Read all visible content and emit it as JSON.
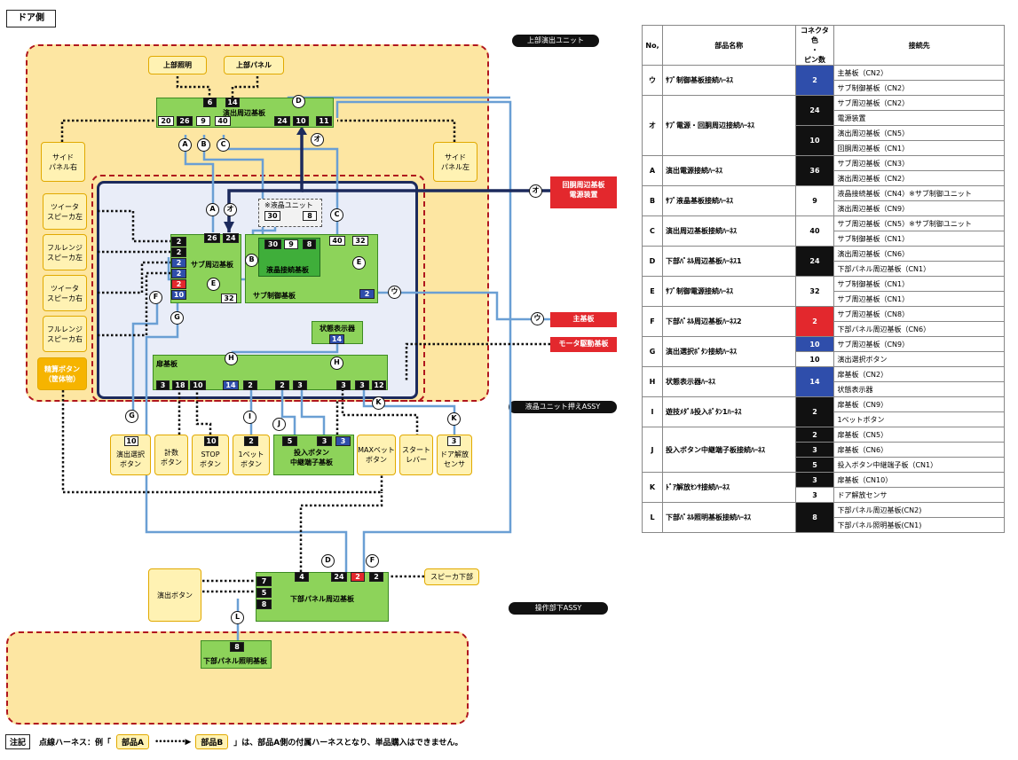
{
  "title": "ドア側",
  "callouts": {
    "upper": "上部演出ユニット",
    "lcd_assy": "液晶ユニット押えASSY",
    "lower": "操作部下ASSY"
  },
  "upper_parts": {
    "lighting": "上部照明",
    "panel": "上部パネル",
    "side_right": "サイド\nパネル右",
    "side_left": "サイド\nパネル左"
  },
  "left_parts": {
    "tw_left": "ツイータ\nスピーカ左",
    "fr_left": "フルレンジ\nスピーカ左",
    "tw_right": "ツイータ\nスピーカ右",
    "fr_right": "フルレンジ\nスピーカ右",
    "settle": "精算ボタン\n（筐体物）"
  },
  "boards": {
    "effect_periph": "演出周辺基板",
    "sub_periph": "サブ周辺基板",
    "lcd_conn": "液晶接続基板",
    "sub_ctrl": "サブ制御基板",
    "lcd_unit": "※液晶ユニット",
    "status": "状態表示器",
    "door": "扉基板",
    "relay": "投入ボタン\n中継端子基板",
    "lower_panel": "下部パネル周辺基板",
    "lower_light": "下部パネル照明基板"
  },
  "buttons": {
    "select": "演出選択\nボタン",
    "count": "計数\nボタン",
    "stop": "STOP\nボタン",
    "bet1": "1ベット\nボタン",
    "maxbet": "MAXベット\nボタン",
    "start": "スタート\nレバー",
    "door_sensor": "ドア解放\nセンサ",
    "effect_btn": "演出ボタン",
    "speaker_bottom": "スピーカ下部"
  },
  "red_tags": {
    "power": "回胴周辺基板\n電源装置",
    "main": "主基板",
    "motor": "モータ駆動基板"
  },
  "pins": {
    "up6": "6",
    "up14": "14",
    "ep20": "20",
    "ep26": "26",
    "ep9": "9",
    "ep40": "40",
    "ep24": "24",
    "ep10": "10",
    "ep11": "11",
    "sp26": "26",
    "sp24": "24",
    "spL1": "2",
    "spL2": "2",
    "spL3": "2",
    "spL4": "2",
    "spL5": "2",
    "spL6": "10",
    "sp32": "32",
    "lu30": "30",
    "lu8": "8",
    "lc30": "30",
    "lc9": "9",
    "lc8": "8",
    "sc40": "40",
    "sc32": "32",
    "sc2": "2",
    "st14": "14",
    "d3a": "3",
    "d18": "18",
    "d10": "10",
    "d14": "14",
    "d2a": "2",
    "d2b": "2",
    "d3b": "3",
    "d3c": "3",
    "d3d": "3",
    "d12": "12",
    "b10a": "10",
    "b10b": "10",
    "b2": "2",
    "r5": "5",
    "r3a": "3",
    "r3b": "3",
    "ds3": "3",
    "lp4": "4",
    "lp24": "24",
    "lp2r": "2",
    "lp2": "2",
    "lp7": "7",
    "lp5": "5",
    "lp8": "8",
    "ll8": "8"
  },
  "letters": {
    "A": "A",
    "B": "B",
    "C": "C",
    "D": "D",
    "E": "E",
    "F": "F",
    "G": "G",
    "H": "H",
    "I": "I",
    "J": "J",
    "K": "K",
    "L": "L",
    "O": "オ",
    "U": "ウ"
  },
  "table": {
    "headers": [
      "No,",
      "部品名称",
      "コネクタ色\n・\nピン数",
      "接続先"
    ],
    "rows": [
      {
        "no": "ウ",
        "name": "ｻﾌﾞ制御基板接続ﾊｰﾈｽ",
        "pin": "2",
        "color": "blue",
        "dests": [
          "主基板（CN2）",
          "サブ制御基板（CN2）"
        ]
      },
      {
        "no": "オ",
        "name": "ｻﾌﾞ電源・回胴周辺接続ﾊｰﾈｽ",
        "pin": "24",
        "pin2": "10",
        "color": "black",
        "dests": [
          "サブ周辺基板（CN2）",
          "電源装置",
          "演出周辺基板（CN5）",
          "回胴周辺基板（CN1）"
        ]
      },
      {
        "no": "A",
        "name": "演出電源接続ﾊｰﾈｽ",
        "pin": "36",
        "color": "black",
        "dests": [
          "サブ周辺基板（CN3）",
          "演出周辺基板（CN2）"
        ]
      },
      {
        "no": "B",
        "name": "ｻﾌﾞ液晶基板接続ﾊｰﾈｽ",
        "pin": "9",
        "color": "white",
        "dests": [
          "液晶接続基板（CN4）※サブ制御ユニット",
          "演出周辺基板（CN9）"
        ]
      },
      {
        "no": "C",
        "name": "演出周辺基板接続ﾊｰﾈｽ",
        "pin": "40",
        "color": "white",
        "dests": [
          "サブ周辺基板（CN5）※サブ制御ユニット",
          "サブ制御基板（CN1）"
        ]
      },
      {
        "no": "D",
        "name": "下部ﾊﾟﾈﾙ周辺基板ﾊｰﾈｽ1",
        "pin": "24",
        "color": "black",
        "dests": [
          "演出周辺基板（CN6）",
          "下部パネル周辺基板（CN1）"
        ]
      },
      {
        "no": "E",
        "name": "ｻﾌﾞ制御電源接続ﾊｰﾈｽ",
        "pin": "32",
        "color": "white",
        "dests": [
          "サブ制御基板（CN1）",
          "サブ周辺基板（CN1）"
        ]
      },
      {
        "no": "F",
        "name": "下部ﾊﾟﾈﾙ周辺基板ﾊｰﾈｽ2",
        "pin": "2",
        "color": "red",
        "dests": [
          "サブ周辺基板（CN8）",
          "下部パネル周辺基板（CN6）"
        ]
      },
      {
        "no": "G",
        "name": "演出選択ﾎﾞﾀﾝ接続ﾊｰﾈｽ",
        "pin": "10",
        "pin2": "10",
        "color": "blue",
        "dests": [
          "サブ周辺基板（CN9）",
          "演出選択ボタン"
        ]
      },
      {
        "no": "H",
        "name": "状態表示器ﾊｰﾈｽ",
        "pin": "14",
        "color": "blue",
        "dests": [
          "扉基板（CN2）",
          "状態表示器"
        ]
      },
      {
        "no": "I",
        "name": "遊技ﾒﾀﾞﾙ投入ﾎﾞﾀﾝ1ﾊｰﾈｽ",
        "pin": "2",
        "color": "black",
        "dests": [
          "扉基板（CN9）",
          "1ベットボタン"
        ]
      },
      {
        "no": "J",
        "name": "投入ボタン中継端子板接続ﾊｰﾈｽ",
        "pins": [
          "2",
          "3",
          "5"
        ],
        "color": "black",
        "dests": [
          "扉基板（CN5）",
          "扉基板（CN6）",
          "投入ボタン中継端子板（CN1）"
        ]
      },
      {
        "no": "K",
        "name": "ﾄﾞｱ解放ｾﾝｻ接続ﾊｰﾈｽ",
        "pin": "3",
        "pin2": "3",
        "color": "black",
        "dests": [
          "扉基板（CN10）",
          "ドア解放センサ"
        ]
      },
      {
        "no": "L",
        "name": "下部ﾊﾟﾈﾙ照明基板接続ﾊｰﾈｽ",
        "pin": "8",
        "color": "black",
        "dests": [
          "下部パネル周辺基板(CN2)",
          "下部パネル照明基板(CN1)"
        ]
      }
    ]
  },
  "note": {
    "label": "注記",
    "text1": "点線ハーネス：例「",
    "partA": "部品A",
    "partB": "部品B",
    "text2": "」は、部品A側の付属ハーネスとなり、単品購入はできません。"
  },
  "colors": {
    "harness_blue": "#6a9fd4",
    "harness_navy": "#1c2a5c",
    "red": "#e3282d",
    "board_green": "#8dd35a"
  }
}
